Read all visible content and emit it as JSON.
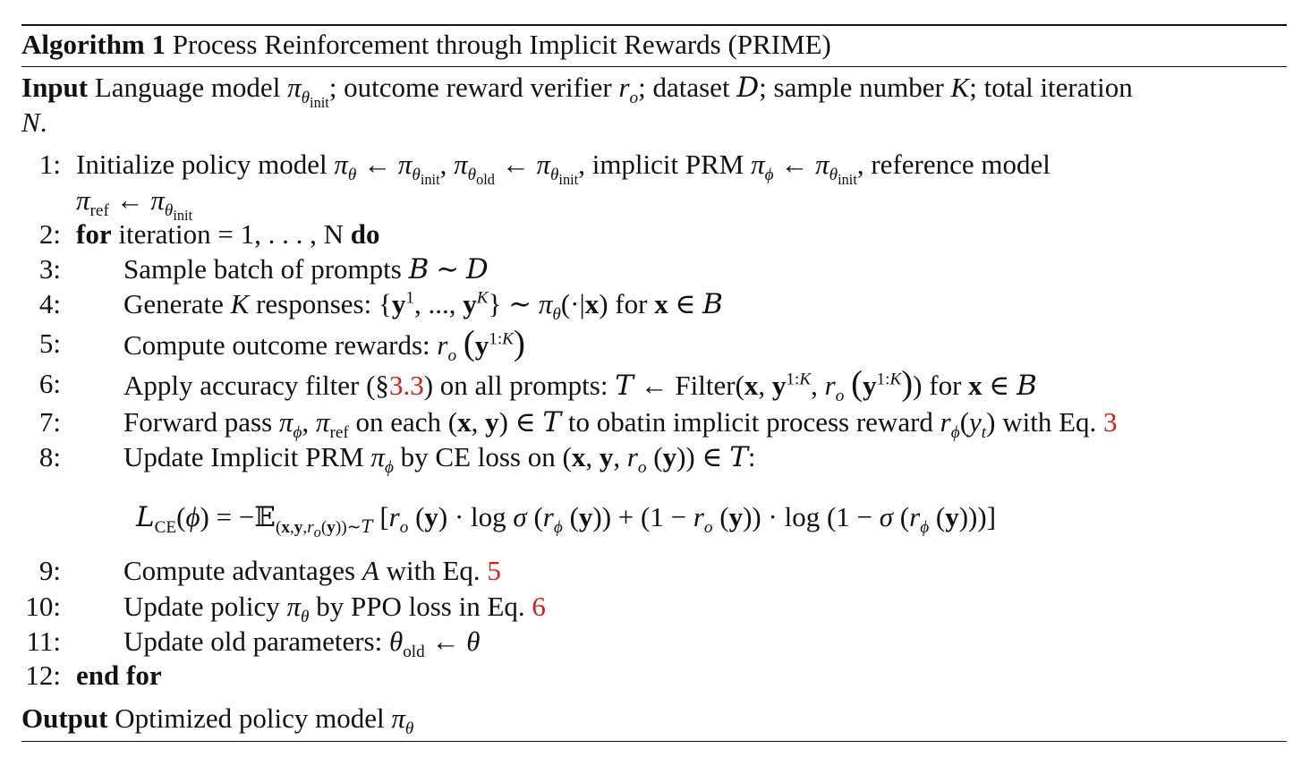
{
  "header": {
    "label": "Algorithm 1",
    "title": "Process Reinforcement through Implicit Rewards (PRIME)"
  },
  "input": {
    "label": "Input",
    "text_a": "Language model ",
    "text_b": "; outcome reward verifier ",
    "text_c": "; dataset ",
    "text_d": "; sample number ",
    "text_e": "; total iteration"
  },
  "lines": [
    {
      "num": "1:",
      "a": "Initialize policy model ",
      "b": "implicit PRM ",
      "c": "reference model"
    },
    {
      "num": "2:",
      "kw_for": "for",
      "text": " iteration = 1, . . . , N ",
      "kw_do": "do"
    },
    {
      "num": "3:",
      "text": "Sample batch of prompts "
    },
    {
      "num": "4:",
      "a": "Generate ",
      "b": " responses: ",
      "c": " for "
    },
    {
      "num": "5:",
      "text": "Compute outcome rewards: "
    },
    {
      "num": "6:",
      "a": "Apply accuracy filter (§",
      "ref": "3.3",
      "b": ") on all prompts: ",
      "c": "Filter(",
      "d": " for "
    },
    {
      "num": "7:",
      "a": "Forward pass ",
      "b": " on each ",
      "c": " to obatin implicit process reward ",
      "d": " with Eq. ",
      "ref": "3"
    },
    {
      "num": "8:",
      "a": "Update Implicit PRM ",
      "b": " by CE loss on "
    },
    {
      "num": "9:",
      "a": "Compute advantages ",
      "b": " with Eq. ",
      "ref": "5"
    },
    {
      "num": "10:",
      "a": "Update policy ",
      "b": " by PPO loss in Eq. ",
      "ref": "6"
    },
    {
      "num": "11:",
      "text": "Update old parameters: "
    },
    {
      "num": "12:",
      "kw": "end for"
    }
  ],
  "output": {
    "label": "Output",
    "text": "Optimized policy model "
  }
}
